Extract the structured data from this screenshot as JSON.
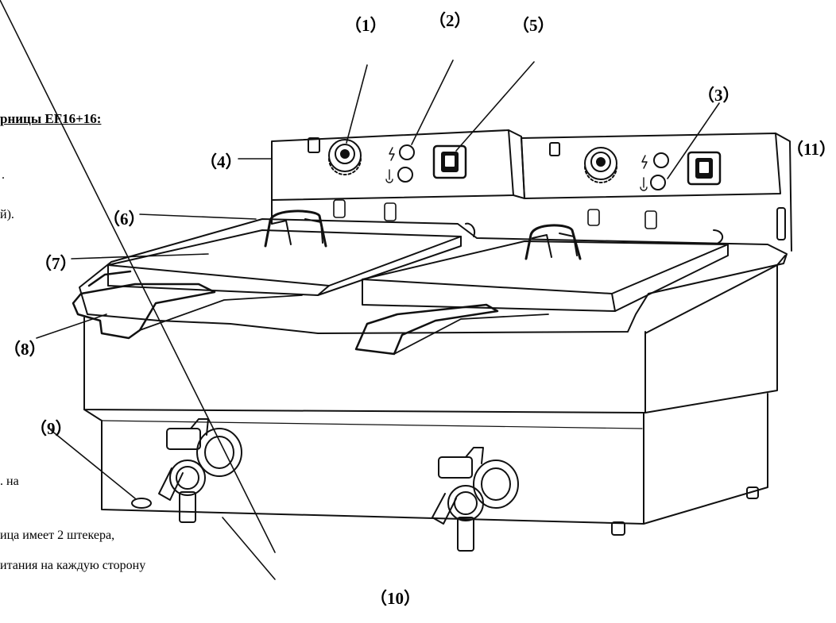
{
  "document": {
    "heading": "рницы EF16+16:",
    "text_fragments": [
      "й).",
      ". на",
      "ица имеет 2 штекера,",
      "итания на каждую сторону"
    ],
    "stray_mark": "."
  },
  "callouts": [
    {
      "id": "1",
      "label": "（1）"
    },
    {
      "id": "2",
      "label": "（2）"
    },
    {
      "id": "5",
      "label": "（5）"
    },
    {
      "id": "3",
      "label": "（3）"
    },
    {
      "id": "11",
      "label": "（11）"
    },
    {
      "id": "4",
      "label": "（4）"
    },
    {
      "id": "6",
      "label": "（6）"
    },
    {
      "id": "7",
      "label": "（7）"
    },
    {
      "id": "8",
      "label": "（8）"
    },
    {
      "id": "9",
      "label": "（9）"
    },
    {
      "id": "10",
      "label": "（10）"
    }
  ],
  "illustration": {
    "subject": "double-fryer-icon"
  }
}
